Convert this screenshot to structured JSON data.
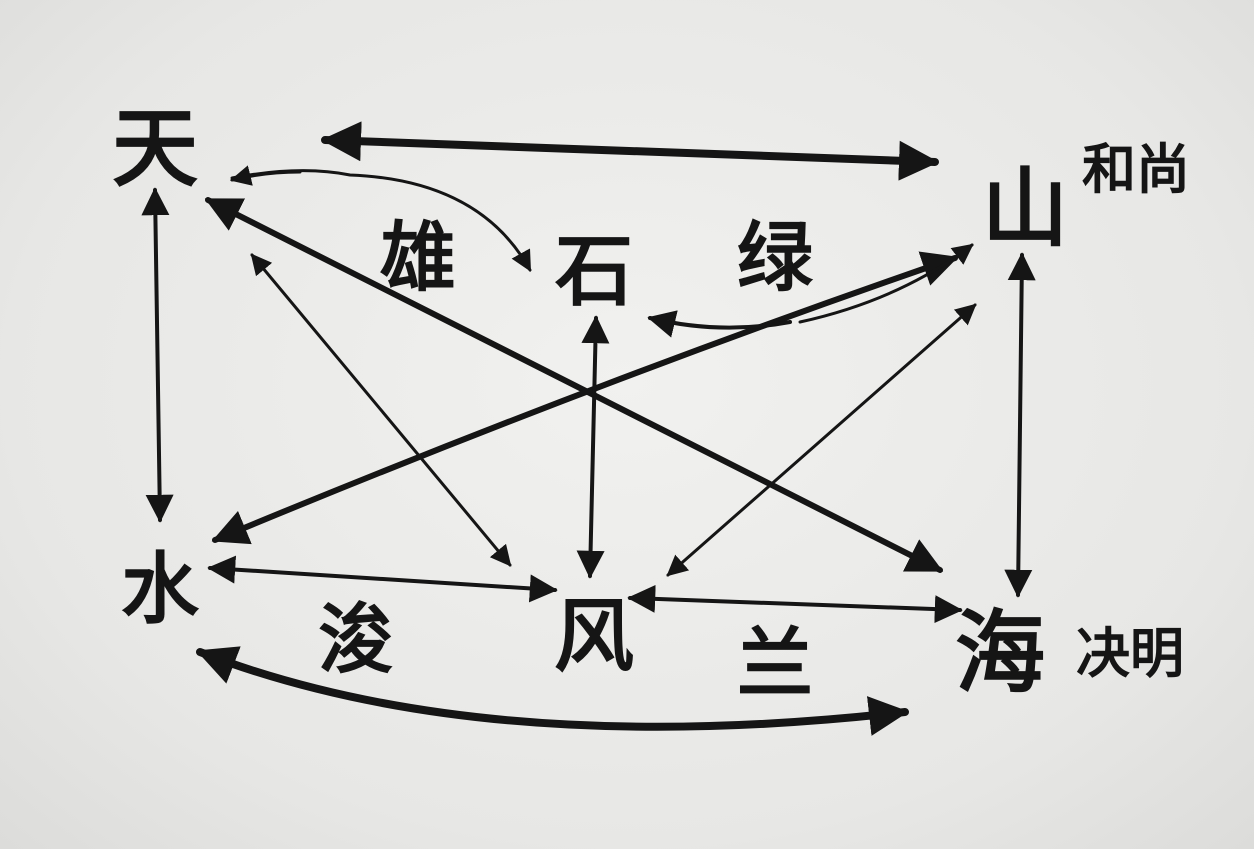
{
  "nodes": {
    "tian": "天",
    "shan": "山",
    "shui": "水",
    "hai": "海",
    "shi": "石",
    "feng": "风"
  },
  "edge_labels": {
    "xiong": "雄",
    "lv": "绿",
    "jun": "浚",
    "lan": "兰"
  },
  "annotations": {
    "shan_note": "和尚",
    "hai_note": "决明"
  },
  "colors": {
    "ink": "#151515",
    "paper": "#ececea"
  }
}
